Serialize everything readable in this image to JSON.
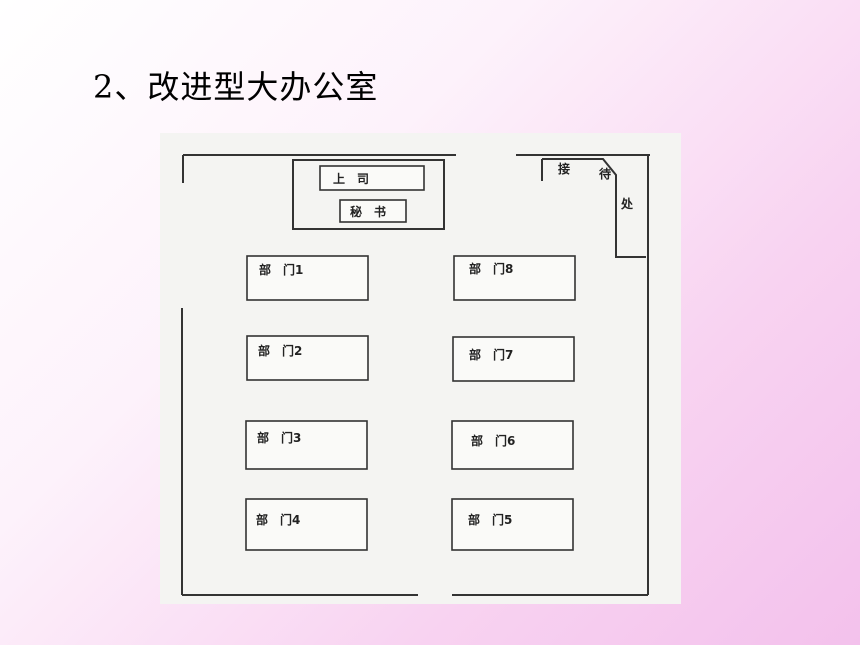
{
  "slide": {
    "title": "2、改进型大办公室"
  },
  "floor_plan": {
    "boss_desk": {
      "label": "上　司"
    },
    "secretary_desk": {
      "label": "秘　书"
    },
    "reception": {
      "chars": [
        "接",
        "待",
        "处"
      ]
    },
    "departments": [
      {
        "label": "部　门1"
      },
      {
        "label": "部　门2"
      },
      {
        "label": "部　门3"
      },
      {
        "label": "部　门4"
      },
      {
        "label": "部　门5"
      },
      {
        "label": "部　门6"
      },
      {
        "label": "部　门7"
      },
      {
        "label": "部　门8"
      }
    ]
  }
}
